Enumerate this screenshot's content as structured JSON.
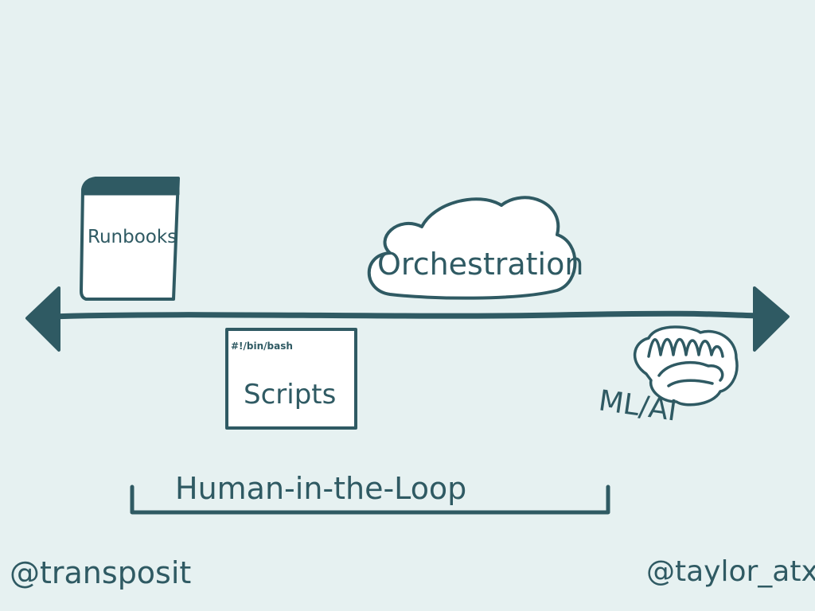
{
  "colors": {
    "background": "#e6f1f1",
    "ink": "#2f5a63",
    "fill": "#ffffff"
  },
  "labels": {
    "runbooks": "Runbooks",
    "orchestration": "Orchestration",
    "shebang": "#!/bin/bash",
    "scripts": "Scripts",
    "ml_ai": "ML/AI",
    "human_in_the_loop": "Human-in-the-Loop"
  },
  "credits": {
    "left": "@transposit",
    "right": "@taylor_atx"
  }
}
